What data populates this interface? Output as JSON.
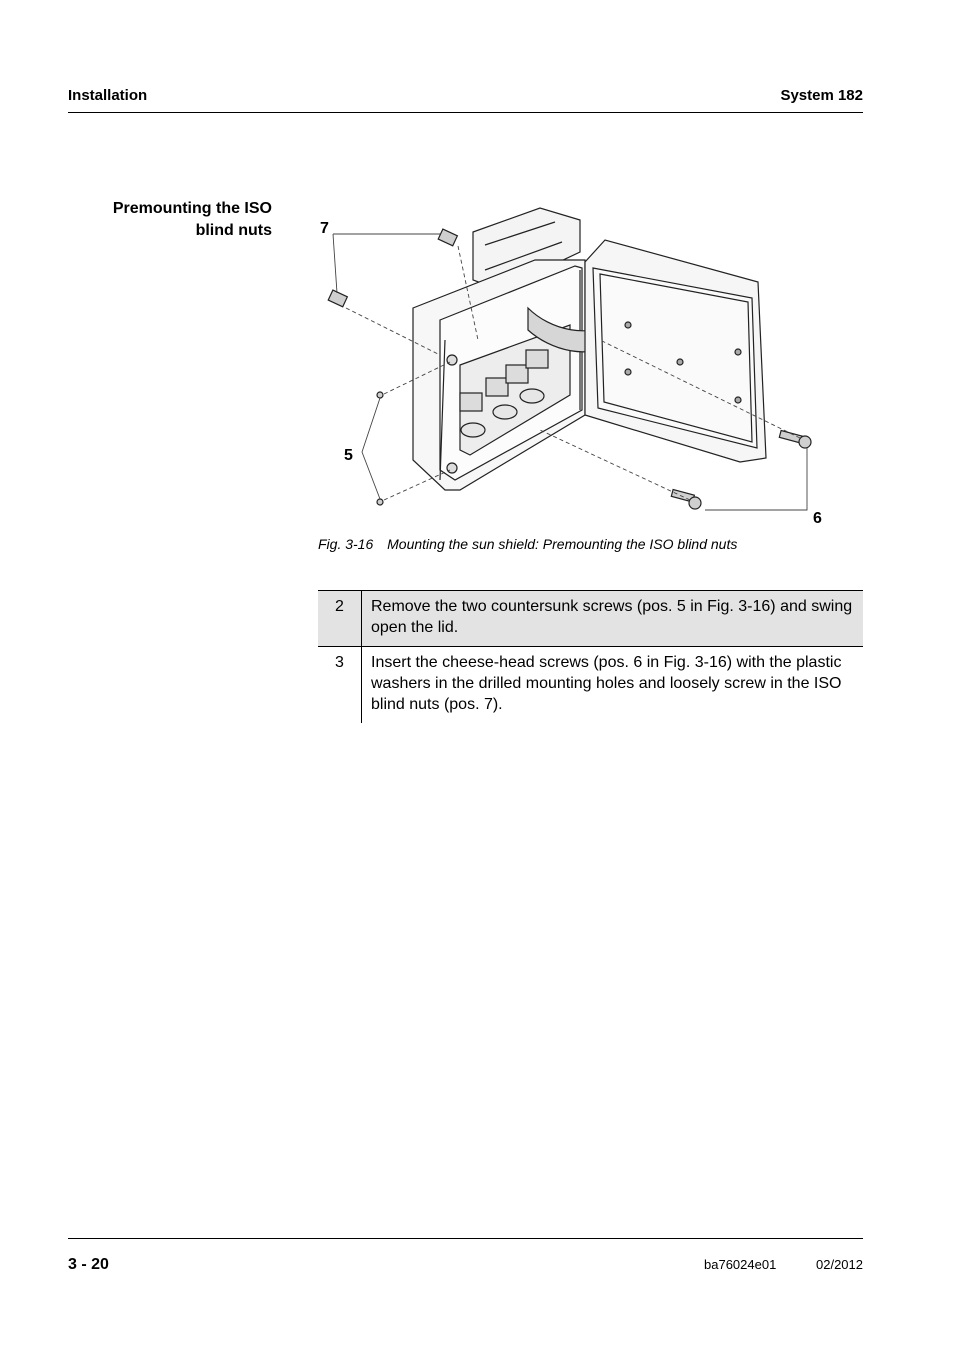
{
  "header": {
    "section": "Installation",
    "product": "System 182"
  },
  "side_heading": {
    "line1": "Premounting the ISO",
    "line2": "blind nuts"
  },
  "figure": {
    "callouts": [
      "7",
      "5",
      "6"
    ],
    "caption_number": "Fig. 3-16",
    "caption_text": "Mounting the sun shield: Premounting the ISO blind nuts"
  },
  "steps": [
    {
      "number": "2",
      "text": "Remove the two countersunk screws (pos. 5 in Fig. 3-16) and swing open the lid."
    },
    {
      "number": "3",
      "text": "Insert the cheese-head screws (pos. 6 in Fig. 3-16) with the plastic washers in the drilled mounting holes and loosely screw in the ISO blind nuts (pos. 7)."
    }
  ],
  "footer": {
    "page": "3 - 20",
    "doc_id": "ba76024e01",
    "date": "02/2012"
  }
}
